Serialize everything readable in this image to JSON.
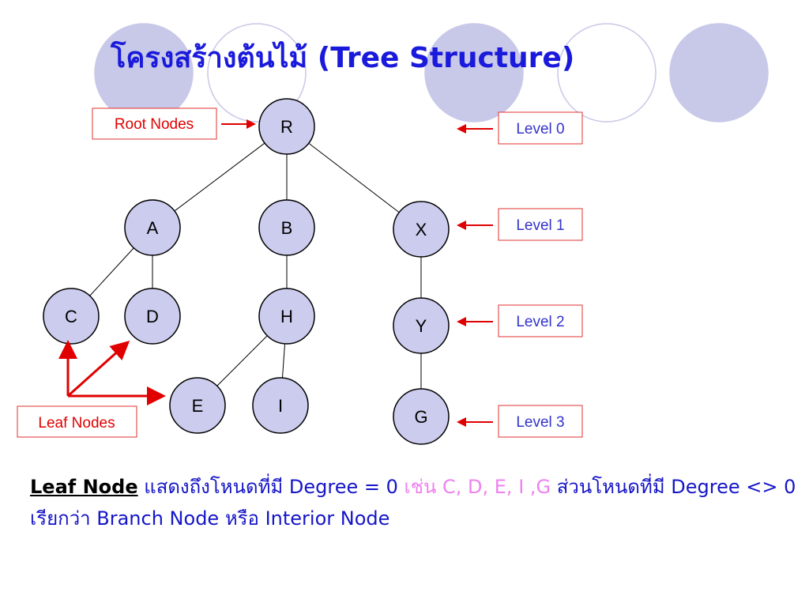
{
  "title": "โครงสร้างต้นไม้ (Tree Structure)",
  "colors": {
    "title": "#1a1adc",
    "node_fill": "#ccccee",
    "node_stroke": "#000000",
    "edge": "#000000",
    "callout_border": "#e03030",
    "root_label_text": "#e00000",
    "leaf_label_text": "#e00000",
    "level_text": "#3333cc",
    "arrow": "#e00000",
    "decor_circle_fill": "#c8c8e8",
    "decor_circle_stroke": "#c8c8e8",
    "caption_text": "#1515c8",
    "caption_highlight": "#ee82ee"
  },
  "diagram": {
    "nodes": [
      {
        "id": "R",
        "label": "R"
      },
      {
        "id": "A",
        "label": "A"
      },
      {
        "id": "B",
        "label": "B"
      },
      {
        "id": "X",
        "label": "X"
      },
      {
        "id": "C",
        "label": "C"
      },
      {
        "id": "D",
        "label": "D"
      },
      {
        "id": "H",
        "label": "H"
      },
      {
        "id": "Y",
        "label": "Y"
      },
      {
        "id": "E",
        "label": "E"
      },
      {
        "id": "I",
        "label": "I"
      },
      {
        "id": "G",
        "label": "G"
      }
    ],
    "edges": [
      [
        "R",
        "A"
      ],
      [
        "R",
        "B"
      ],
      [
        "R",
        "X"
      ],
      [
        "A",
        "C"
      ],
      [
        "A",
        "D"
      ],
      [
        "B",
        "H"
      ],
      [
        "H",
        "E"
      ],
      [
        "H",
        "I"
      ],
      [
        "X",
        "Y"
      ],
      [
        "Y",
        "G"
      ]
    ],
    "root_callout": "Root Nodes",
    "leaf_callout": "Leaf Nodes",
    "levels": [
      "Level 0",
      "Level 1",
      "Level 2",
      "Level 3"
    ]
  },
  "caption": {
    "lead": "Leaf Node",
    "part1": " แสดงถึงโหนดที่มี Degree = 0 ",
    "highlight": "เช่น C, D, E, I ,G",
    "part2": " ส่วนโหนดที่มี Degree <> 0 เรียกว่า Branch Node หรือ Interior Node"
  }
}
